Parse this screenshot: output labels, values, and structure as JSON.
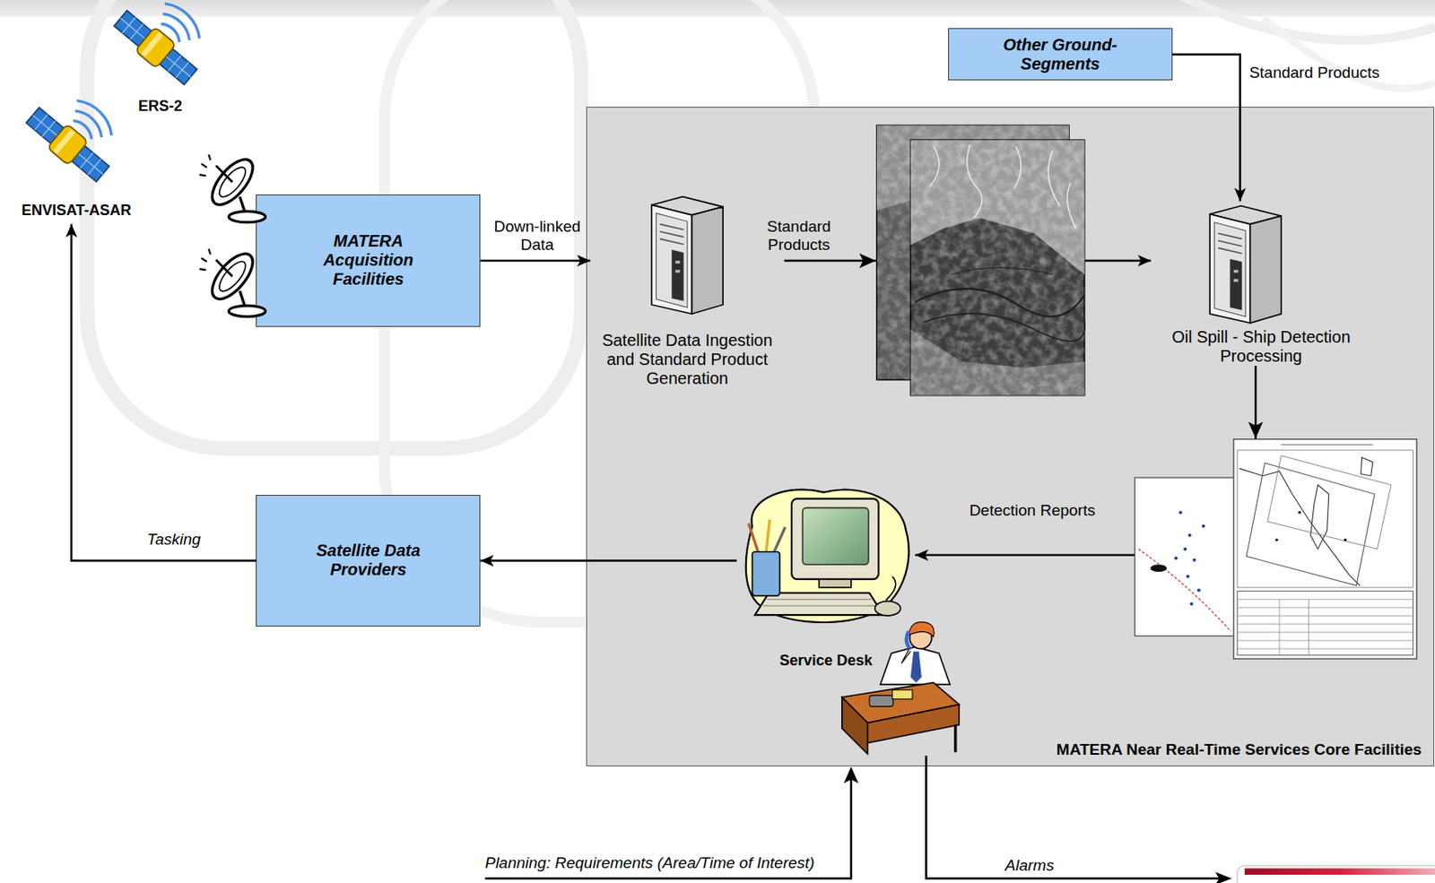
{
  "diagram": {
    "nodes": [
      {
        "text": [
          "ERS-2"
        ]
      },
      {
        "text": [
          "ENVISAT-ASAR"
        ]
      },
      {
        "text": [
          "Other Ground-Segments"
        ]
      },
      {
        "text": [
          "MATERA Acquisition Facilities"
        ]
      },
      {
        "text": [
          "MATERA Near Real-Time Services Core Facilities"
        ]
      },
      {
        "text": [
          "Satellite Data Ingestion and Standard Product Generation"
        ],
        "in": 4
      },
      {
        "text": [
          "Oil Spill - Ship Detection Processing"
        ],
        "in": 4
      },
      {
        "text": [
          "Service Desk"
        ],
        "in": 4
      },
      {
        "text": [
          "Satellite Data Providers"
        ]
      }
    ],
    "edges": [
      {
        "from": 3,
        "to": 5,
        "label": "Down-linked Data",
        "arrow": "to"
      },
      {
        "from": 5,
        "to": 6,
        "label": "Standard Products",
        "arrow": "to"
      },
      {
        "from": 2,
        "to": 6,
        "label": "Standard Products",
        "arrow": "to"
      },
      {
        "from": 6,
        "to": 7,
        "label": "Detection Reports",
        "arrow": "to"
      },
      {
        "from": 7,
        "to": 8,
        "arrow": "to"
      },
      {
        "from": 8,
        "to": 1,
        "label": "Tasking",
        "arrow": "to"
      }
    ],
    "labels": [
      "Planning: Requirements (Area/Time of Interest)",
      "Alarms"
    ]
  }
}
